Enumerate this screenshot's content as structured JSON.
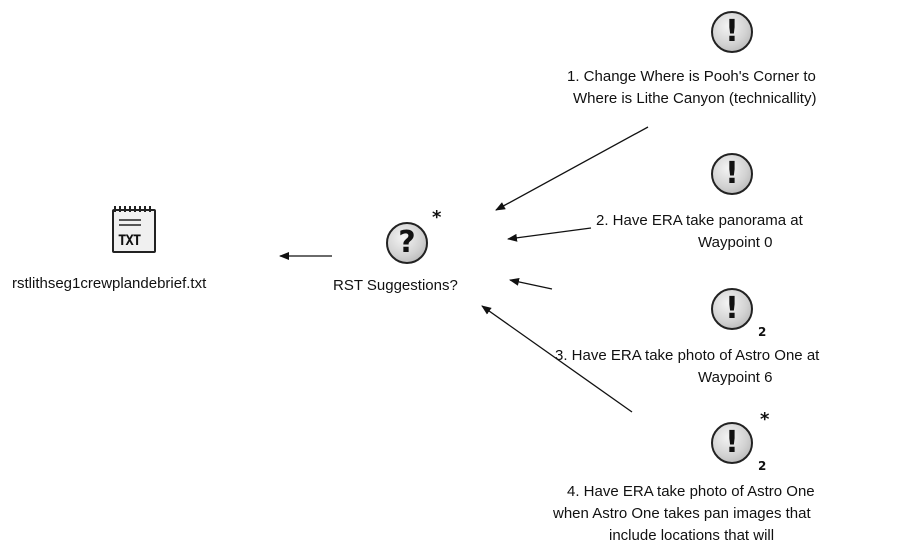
{
  "file": {
    "icon": "txt-file-icon",
    "name": "rstlithseg1crewplandebrief.txt"
  },
  "center": {
    "icon": "question-icon",
    "glyph": "?",
    "badge": "*",
    "label": "RST Suggestions?"
  },
  "suggestions": [
    {
      "icon": "exclamation-icon",
      "glyph": "!",
      "badge": "",
      "sub": "",
      "lines": [
        "1. Change Where is Pooh's Corner to",
        "Where is Lithe Canyon (technicallity)"
      ]
    },
    {
      "icon": "exclamation-icon",
      "glyph": "!",
      "badge": "",
      "sub": "",
      "lines": [
        "2. Have ERA take panorama at",
        "Waypoint 0"
      ]
    },
    {
      "icon": "exclamation-icon",
      "glyph": "!",
      "badge": "",
      "sub": "2",
      "lines": [
        "3. Have ERA take photo of Astro One at",
        "Waypoint 6"
      ]
    },
    {
      "icon": "exclamation-icon",
      "glyph": "!",
      "badge": "*",
      "sub": "2",
      "lines": [
        "4. Have ERA take photo of Astro One",
        "when Astro One takes pan images that",
        "include locations that will"
      ]
    }
  ]
}
